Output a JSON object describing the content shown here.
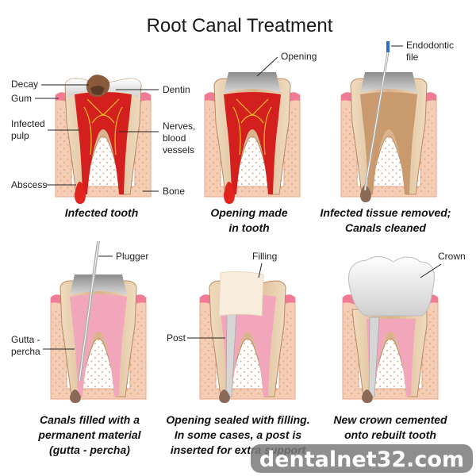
{
  "title": "Root Canal Treatment",
  "colors": {
    "gum": "#f5cdb4",
    "gum_edge": "#e6a98c",
    "bone_dots": "#d9a98a",
    "dentin": "#e2c4a1",
    "dentin_inner": "#c89f78",
    "enamel": "#f6f6f6",
    "pulp": "#d41f1f",
    "nerve": "#f0c020",
    "gum_rim": "#ef7b94",
    "gutta": "#f2a6bb",
    "abscess": "#e3231d",
    "file_blue": "#2a6ccf"
  },
  "labels": {
    "decay": "Decay",
    "gum": "Gum",
    "infected_pulp_1": "Infected",
    "infected_pulp_2": "pulp",
    "abscess": "Abscess",
    "dentin": "Dentin",
    "nerves_1": "Nerves,",
    "nerves_2": "blood",
    "nerves_3": "vessels",
    "bone": "Bone",
    "opening": "Opening",
    "file_1": "Endodontic",
    "file_2": "file",
    "plugger": "Plugger",
    "gutta_1": "Gutta -",
    "gutta_2": "percha",
    "filling": "Filling",
    "post": "Post",
    "crown": "Crown"
  },
  "captions": {
    "p1": [
      "Infected tooth"
    ],
    "p2": [
      "Opening made",
      "in tooth"
    ],
    "p3": [
      "Infected tissue removed;",
      "Canals cleaned"
    ],
    "p4": [
      "Canals filled with a",
      "permanent material",
      "(gutta - percha)"
    ],
    "p5": [
      "Opening sealed with filling.",
      "In some cases, a post is",
      "inserted for extra support"
    ],
    "p6": [
      "New crown cemented",
      "onto rebuilt tooth"
    ]
  },
  "watermark": "dentalnet32.com"
}
